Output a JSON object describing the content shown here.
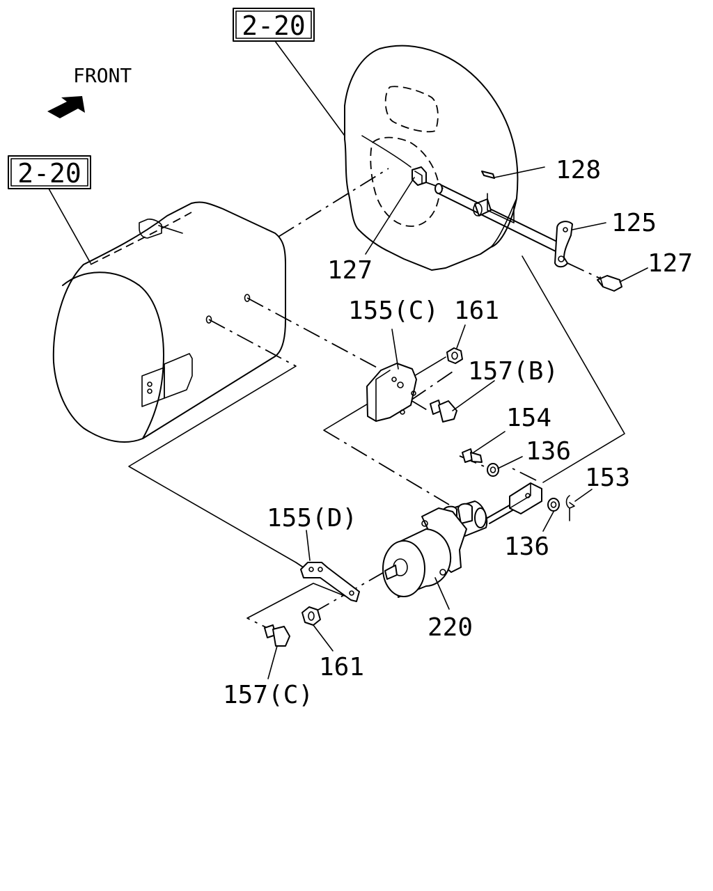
{
  "refs": {
    "top": "2-20",
    "left": "2-20"
  },
  "front_label": "FRONT",
  "callouts": {
    "p128": "128",
    "p125": "125",
    "p127_right": "127",
    "p127_left": "127",
    "p155c": "155(C)",
    "p161_top": "161",
    "p157b": "157(B)",
    "p154": "154",
    "p136_top": "136",
    "p153": "153",
    "p136_bottom": "136",
    "p155d": "155(D)",
    "p220": "220",
    "p161_bottom": "161",
    "p157c": "157(C)"
  }
}
